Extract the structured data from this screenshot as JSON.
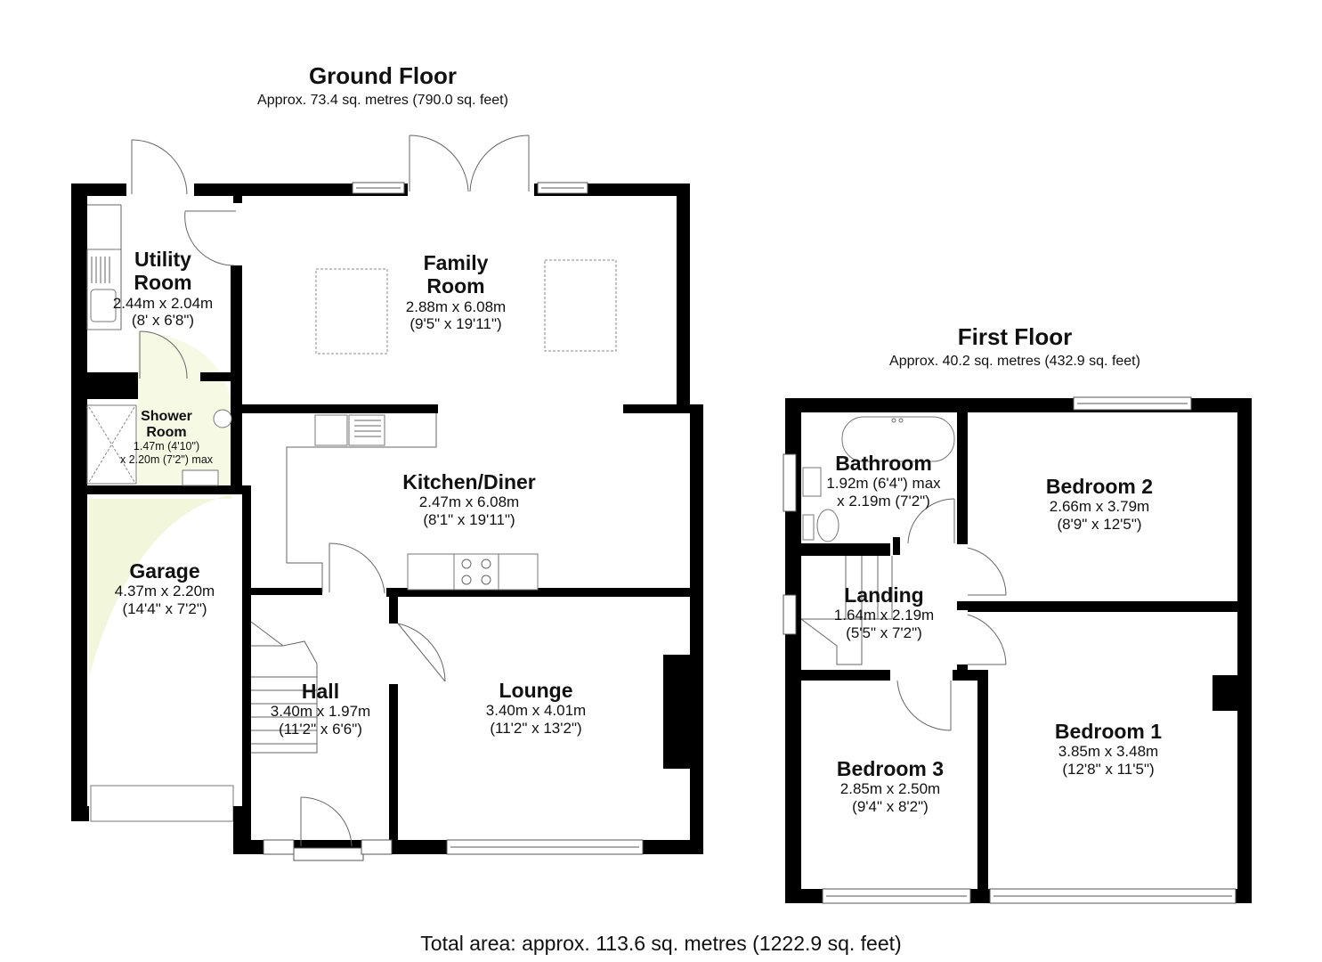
{
  "ground_floor": {
    "title": "Ground Floor",
    "area": "Approx. 73.4 sq. metres (790.0 sq. feet)",
    "rooms": [
      {
        "name": "Family\nRoom",
        "dims": "2.88m x 6.08m",
        "imperial": "(9'5\" x 19'11\")"
      },
      {
        "name": "Utility\nRoom",
        "dims": "2.44m x 2.04m",
        "imperial": "(8' x 6'8\")"
      },
      {
        "name": "Shower\nRoom",
        "dims": "1.47m (4'10\")",
        "imperial": "x 2.20m (7'2\") max"
      },
      {
        "name": "Kitchen/Diner",
        "dims": "2.47m x 6.08m",
        "imperial": "(8'1\" x 19'11\")"
      },
      {
        "name": "Garage",
        "dims": "4.37m x 2.20m",
        "imperial": "(14'4\" x 7'2\")"
      },
      {
        "name": "Hall",
        "dims": "3.40m x 1.97m",
        "imperial": "(11'2\" x 6'6\")"
      },
      {
        "name": "Lounge",
        "dims": "3.40m x 4.01m",
        "imperial": "(11'2\" x 13'2\")"
      }
    ]
  },
  "first_floor": {
    "title": "First Floor",
    "area": "Approx. 40.2 sq. metres (432.9 sq. feet)",
    "rooms": [
      {
        "name": "Bathroom",
        "dims": "1.92m (6'4\") max",
        "imperial": "x 2.19m (7'2\")"
      },
      {
        "name": "Bedroom 2",
        "dims": "2.66m x 3.79m",
        "imperial": "(8'9\" x 12'5\")"
      },
      {
        "name": "Landing",
        "dims": "1.64m x 2.19m",
        "imperial": "(5'5\" x 7'2\")"
      },
      {
        "name": "Bedroom 1",
        "dims": "3.85m x 3.48m",
        "imperial": "(12'8\" x 11'5\")"
      },
      {
        "name": "Bedroom 3",
        "dims": "2.85m x 2.50m",
        "imperial": "(9'4\" x 8'2\")"
      }
    ]
  },
  "total_area": "Total area: approx. 113.6 sq. metres (1222.9 sq. feet)"
}
